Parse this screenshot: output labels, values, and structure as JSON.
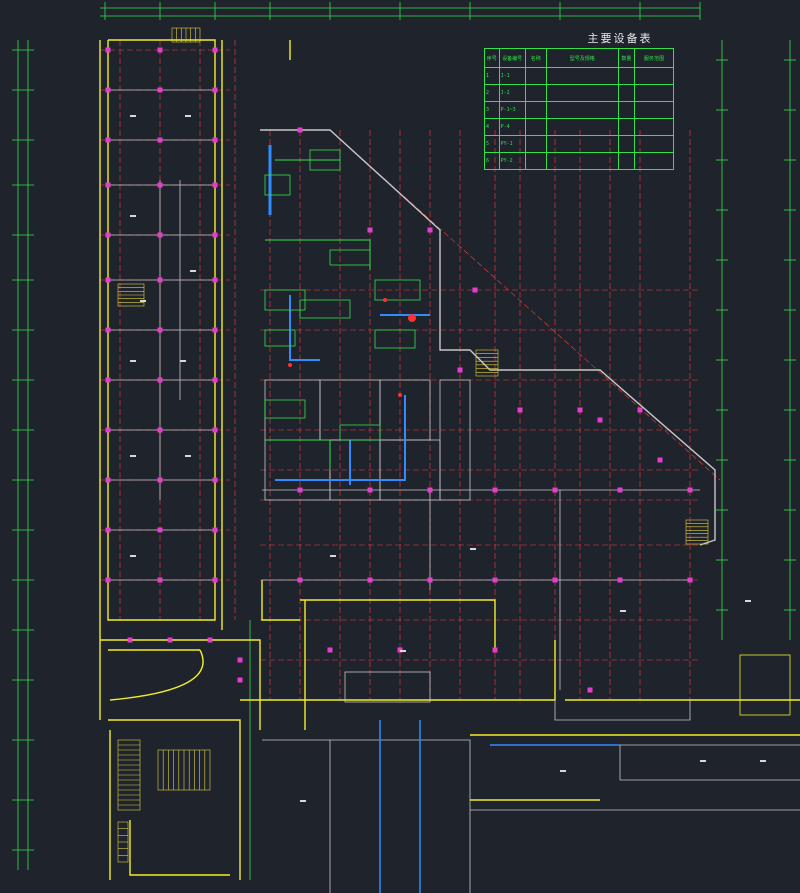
{
  "drawing": {
    "background": "#1e232c",
    "colors": {
      "wall": "#f3ec2a",
      "grid": "#ff3b3b",
      "dimension": "#36e04a",
      "room": "#d8d8d8",
      "column": "#e53ecf",
      "duct": "#2f8cff",
      "equipment": "#36e04a",
      "red": "#ff3030",
      "stair": "#e0d040"
    }
  },
  "equipment_table": {
    "title": "主要设备表",
    "header": [
      "序号",
      "设备编号",
      "名称",
      "型号及规格",
      "数量",
      "服务范围"
    ],
    "rows": [
      [
        "1",
        "J-1",
        "",
        "",
        "",
        ""
      ],
      [
        "2",
        "J-2",
        "",
        "",
        "",
        ""
      ],
      [
        "3",
        "P-1~3",
        "",
        "",
        "",
        ""
      ],
      [
        "4",
        "P-4",
        "",
        "",
        "",
        ""
      ],
      [
        "5",
        "PY-1",
        "",
        "",
        "",
        ""
      ],
      [
        "6",
        "PY-2",
        "",
        "",
        "",
        ""
      ]
    ]
  },
  "notes": {
    "lines": [
      "",
      "",
      "",
      "",
      "",
      "",
      "",
      "",
      ""
    ]
  }
}
